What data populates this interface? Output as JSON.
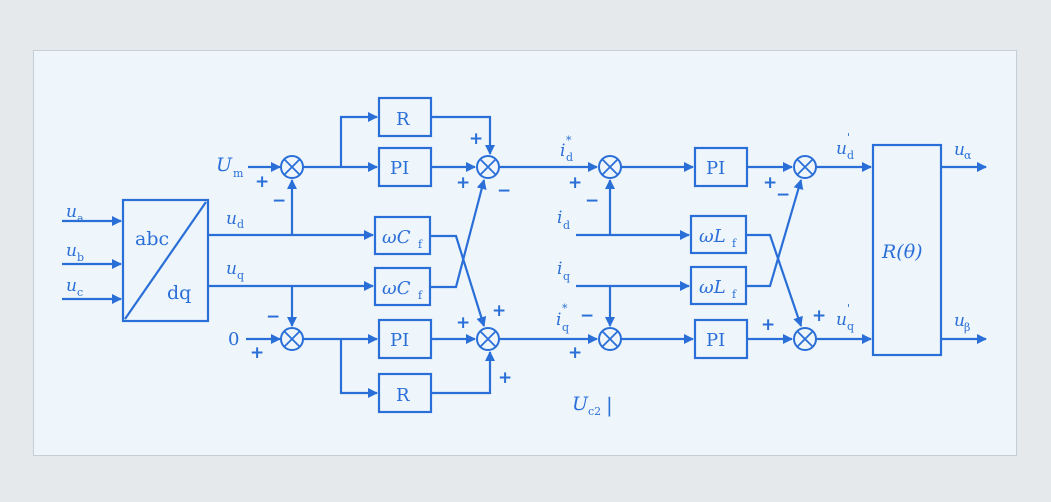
{
  "inputs": {
    "ua": "u",
    "ua_sub": "a",
    "ub": "u",
    "ub_sub": "b",
    "uc": "u",
    "uc_sub": "c",
    "um": "U",
    "um_sub": "m",
    "zero": "0",
    "id": "i",
    "id_sub": "d",
    "iq": "i",
    "iq_sub": "q",
    "id_ref": "i",
    "id_ref_sub": "d",
    "id_ref_sup": "*",
    "iq_ref": "i",
    "iq_ref_sub": "q",
    "iq_ref_sup": "*"
  },
  "signals": {
    "ud": "u",
    "ud_sub": "d",
    "uq": "u",
    "uq_sub": "q",
    "ud_out": "u",
    "ud_out_sub": "d",
    "ud_out_sup": "'",
    "uq_out": "u",
    "uq_out_sub": "q",
    "uq_out_sup": "'",
    "u_alpha": "u",
    "u_alpha_sub": "α",
    "u_beta": "u",
    "u_beta_sub": "β",
    "uc2": "U",
    "uc2_sub": "c2",
    "uc2_mark": "|"
  },
  "blocks": {
    "transform_top": "abc",
    "transform_bottom": "dq",
    "r_top": "R",
    "pi_top": "PI",
    "wcf_top_w": "ω",
    "wcf_top_c": "C",
    "wcf_top_sub": "f",
    "wcf_bot_w": "ω",
    "wcf_bot_c": "C",
    "wcf_bot_sub": "f",
    "pi_bottom": "PI",
    "r_bottom": "R",
    "pi_d": "PI",
    "wlf_top_w": "ω",
    "wlf_top_l": "L",
    "wlf_top_sub": "f",
    "wlf_bot_w": "ω",
    "wlf_bot_l": "L",
    "wlf_bot_sub": "f",
    "pi_q": "PI",
    "rotation": "R(θ)"
  },
  "signs": {
    "plus": "+",
    "minus": "−"
  }
}
